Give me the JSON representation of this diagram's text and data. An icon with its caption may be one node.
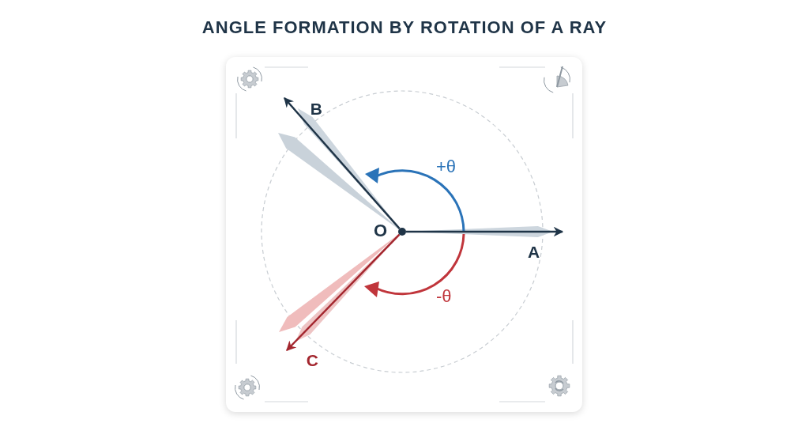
{
  "diagram": {
    "title": "ANGLE FORMATION BY ROTATION OF A RAY",
    "nodes": [
      {
        "text": [],
        "shape": "circle",
        "beside": [
          "O"
        ]
      },
      {
        "text": [
          "A"
        ]
      },
      {
        "text": [
          "B"
        ]
      },
      {
        "text": [
          "C"
        ]
      }
    ],
    "edges": [
      {
        "from": 0,
        "to": 1,
        "arrow": "to"
      },
      {
        "from": 0,
        "to": 2,
        "arrow": "to"
      },
      {
        "from": 0,
        "to": 3,
        "arrow": "to",
        "color": "#a3262e"
      }
    ],
    "labels": [
      "+θ",
      "-θ"
    ]
  }
}
